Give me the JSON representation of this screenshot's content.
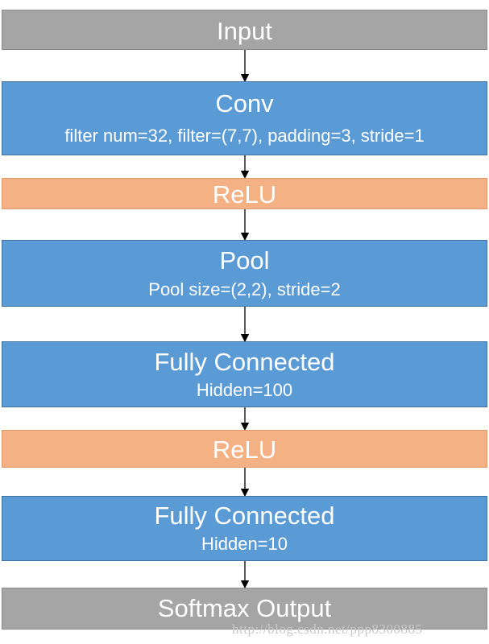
{
  "blocks": [
    {
      "title": "Input",
      "subtitle": "",
      "color": "#a5a5a5"
    },
    {
      "title": "Conv",
      "subtitle": "filter num=32, filter=(7,7), padding=3, stride=1",
      "color": "#5b9bd5"
    },
    {
      "title": "ReLU",
      "subtitle": "",
      "color": "#f4b183"
    },
    {
      "title": "Pool",
      "subtitle": "Pool size=(2,2), stride=2",
      "color": "#5b9bd5"
    },
    {
      "title": "Fully Connected",
      "subtitle": "Hidden=100",
      "color": "#5b9bd5"
    },
    {
      "title": "ReLU",
      "subtitle": "",
      "color": "#f4b183"
    },
    {
      "title": "Fully Connected",
      "subtitle": "Hidden=10",
      "color": "#5b9bd5"
    },
    {
      "title": "Softmax Output",
      "subtitle": "",
      "color": "#a5a5a5"
    }
  ],
  "watermark": "http://blog.csdn.net/ppp8300885"
}
